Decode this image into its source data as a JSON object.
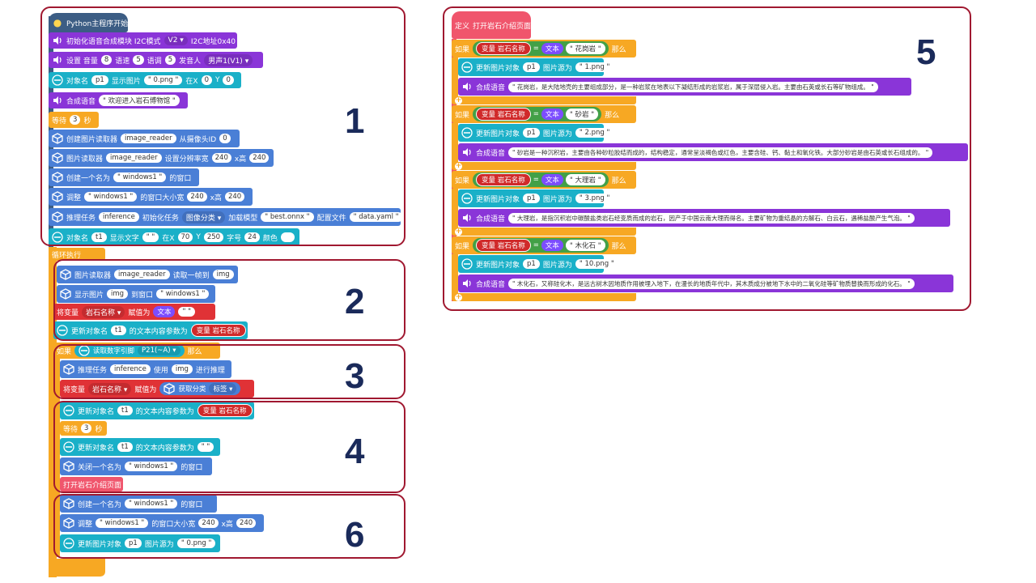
{
  "frame_labels": [
    "1",
    "2",
    "3",
    "4",
    "6",
    "5"
  ],
  "colors": {
    "frame_border": "#a01830",
    "label": "#1a2a5a",
    "blue": "#4a7fd6",
    "purple": "#8a35d8",
    "cyan": "#1ab0c8",
    "orange": "#f7a823",
    "red": "#e03236",
    "pink": "#f0556c"
  },
  "s1": {
    "start": "Python主程序开始",
    "init_speech": "初始化语音合成模块 I2C模式",
    "init_version": "V2",
    "init_addr": "I2C地址0x40",
    "set_vol": "设置 音量",
    "vol": "8",
    "speed_lbl": "语速",
    "speed": "5",
    "tone_lbl": "语调",
    "tone": "5",
    "speaker_lbl": "发音人",
    "speaker": "男声1(V1)",
    "obj_lbl": "对象名",
    "p1": "p1",
    "show_img": "显示图片",
    "img0": "0.png",
    "at_x": "在X",
    "x0": "0",
    "y_lbl": "Y",
    "y0": "0",
    "say": "合成语音",
    "welcome": "欢迎进入岩石博物馆",
    "wait": "等待",
    "wait_n": "3",
    "sec": "秒",
    "create_reader": "创建图片读取器",
    "reader": "image_reader",
    "from_cam": "从摄像头ID",
    "cam_id": "0",
    "reader_lbl": "图片读取器",
    "set_res": "设置分辨率宽",
    "w": "240",
    "x_high": "x高",
    "h": "240",
    "create_win": "创建一个名为",
    "win": "windows1",
    "win_suffix": "的窗口",
    "adjust": "调整",
    "win_size": "的窗口大小宽",
    "infer_task": "推理任务",
    "inference": "inference",
    "init_task": "初始化任务",
    "img_cls": "图像分类",
    "load_model": "加载模型",
    "model": "best.onnx",
    "cfg": "配置文件",
    "cfg_file": "data.yaml",
    "t1": "t1",
    "show_text": "显示文字",
    "text_empty": " ",
    "tx": "70",
    "ty": "250",
    "font_lbl": "字号",
    "font": "24",
    "color_lbl": "颜色"
  },
  "loop": "循环执行",
  "s2": {
    "read_frame_a": "图片读取器",
    "read_frame_b": "读取一帧到",
    "img": "img",
    "show_pic": "显示图片",
    "to_win": "到窗口",
    "set_var": "将变量",
    "var": "岩石名称",
    "assign": "赋值为",
    "text_lbl": "文本",
    "update_obj": "更新对象名",
    "text_param": "的文本内容参数为",
    "var_prefix": "变量"
  },
  "s3": {
    "if": "如果",
    "read_pin": "读取数字引脚",
    "pin": "P21(~A)",
    "then": "那么",
    "use": "使用",
    "do_infer": "进行推理",
    "get_cls": "获取分类",
    "label": "标签"
  },
  "s4": {
    "close_win": "关闭一个名为",
    "open_intro": "打开岩石介绍页面"
  },
  "s6": {
    "update_img": "更新图片对象",
    "img_src": "图片源为"
  },
  "s5": {
    "define": "定义",
    "proc": "打开岩石介绍页面",
    "rocks": [
      {
        "name": "花岗岩",
        "img": "1.png",
        "desc": "花岗岩，是大陆地壳的主要组成部分，是一种岩浆在地表以下凝结形成的岩浆岩，属于深层侵入岩。主要由石英或长石等矿物组成。"
      },
      {
        "name": "砂岩",
        "img": "2.png",
        "desc": "砂岩是一种沉积岩，主要由各种砂粒胶结而成的，结构稳定，通常呈淡褐色或红色，主要含硅、钙、黏土和氧化铁。大部分砂岩是由石英或长石组成的。"
      },
      {
        "name": "大理岩",
        "img": "3.png",
        "desc": "大理岩，是指沉积岩中碳酸盐类岩石经变质而成的岩石，因产于中国云南大理而得名。主要矿物为重结晶的方解石、白云石，遇稀盐酸产生气泡。"
      },
      {
        "name": "木化石",
        "img": "10.png",
        "desc": "木化石，又称硅化木，是远古树木因地质作用被埋入地下，在漫长的地质年代中，其木质成分被地下水中的二氧化硅等矿物质替换而形成的化石。"
      }
    ]
  }
}
